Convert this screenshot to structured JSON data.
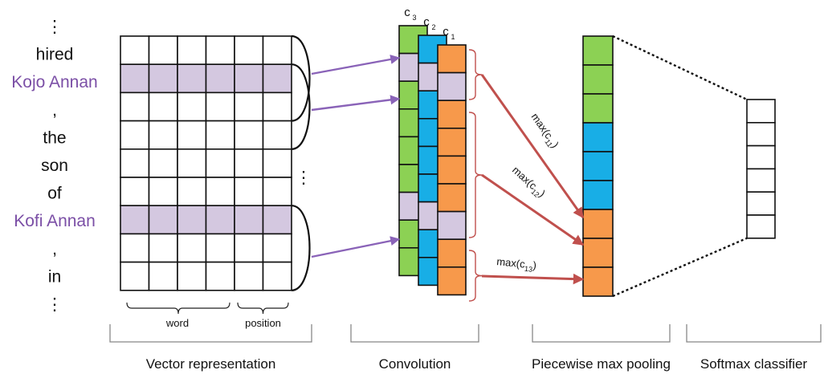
{
  "sentence": {
    "tokens": [
      {
        "text": "⋮",
        "highlight": false
      },
      {
        "text": "hired",
        "highlight": false
      },
      {
        "text": "Kojo Annan",
        "highlight": true
      },
      {
        "text": ",",
        "highlight": false
      },
      {
        "text": "the",
        "highlight": false
      },
      {
        "text": "son",
        "highlight": false
      },
      {
        "text": "of",
        "highlight": false
      },
      {
        "text": "Kofi Annan",
        "highlight": true
      },
      {
        "text": ",",
        "highlight": false
      },
      {
        "text": "in",
        "highlight": false
      },
      {
        "text": "⋮",
        "highlight": false
      }
    ],
    "highlight_color": "#7b4fa6"
  },
  "matrix": {
    "rows": 9,
    "cols": 6,
    "highlight_rows": [
      1,
      6
    ],
    "highlight_fill": "#d4c8e0",
    "ellipsis": "⋮",
    "brace_word": "word",
    "brace_position": "position"
  },
  "convolution": {
    "filters": [
      {
        "label": "c",
        "sub": "3",
        "color": "#8cd154"
      },
      {
        "label": "c",
        "sub": "2",
        "color": "#18aee6"
      },
      {
        "label": "c",
        "sub": "1",
        "color": "#f7994b"
      }
    ],
    "segment_color": "#d4c8e0",
    "arrow_color": "#8a63b8"
  },
  "pooling": {
    "labels": [
      {
        "text": "max(c",
        "sub": "11",
        "close": ")"
      },
      {
        "text": "max(c",
        "sub": "12",
        "close": ")"
      },
      {
        "text": "max(c",
        "sub": "13",
        "close": ")"
      }
    ],
    "arrow_color": "#c0504d",
    "brace_color": "#c0504d",
    "cell_colors": [
      "#8cd154",
      "#8cd154",
      "#8cd154",
      "#18aee6",
      "#18aee6",
      "#18aee6",
      "#f7994b",
      "#f7994b",
      "#f7994b"
    ]
  },
  "classifier": {
    "cells": 6
  },
  "captions": [
    "Vector representation",
    "Convolution",
    "Piecewise max pooling",
    "Softmax classifier"
  ]
}
